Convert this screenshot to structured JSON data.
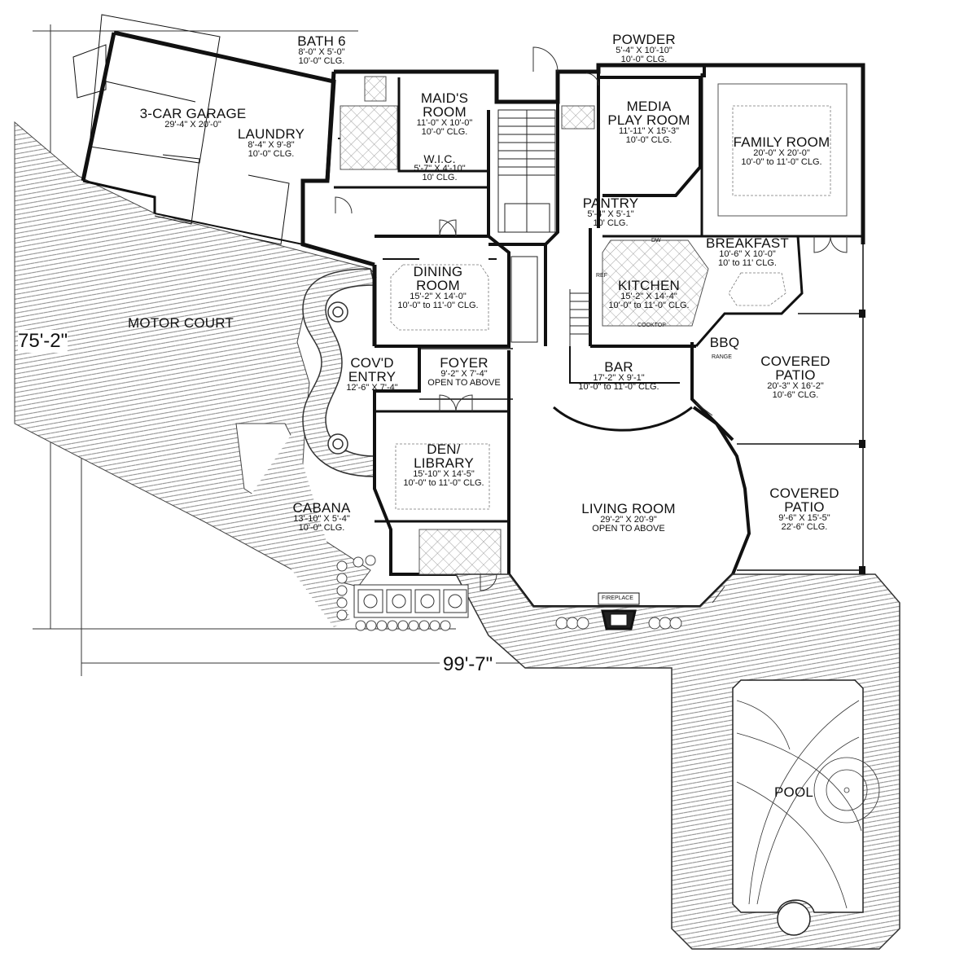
{
  "rooms": {
    "bath6": {
      "name": "BATH 6",
      "dims": "8'-0\" X 5'-0\"",
      "clg": "10'-0\" CLG."
    },
    "powder": {
      "name": "POWDER",
      "dims": "5'-4\" X 10'-10\"",
      "clg": "10'-0\" CLG."
    },
    "garage": {
      "name": "3-CAR GARAGE",
      "dims": "29'-4\" X 20'-0\""
    },
    "laundry": {
      "name": "LAUNDRY",
      "dims": "8'-4\" X 9'-8\"",
      "clg": "10'-0\" CLG."
    },
    "maids": {
      "name1": "MAID'S",
      "name2": "ROOM",
      "dims": "11'-0\" X 10'-0\"",
      "clg": "10'-0\" CLG."
    },
    "wic": {
      "name": "W.I.C.",
      "dims": "5'-7\" X 4'-10\"",
      "clg": "10' CLG."
    },
    "media": {
      "name1": "MEDIA",
      "name2": "PLAY ROOM",
      "dims": "11'-11\" X 15'-3\"",
      "clg": "10'-0\" CLG."
    },
    "family": {
      "name": "FAMILY ROOM",
      "dims": "20'-0\" X 20'-0\"",
      "clg": "10'-0\" to 11'-0\" CLG."
    },
    "pantry": {
      "name": "PANTRY",
      "dims": "5'-4\" X 5'-1\"",
      "clg": "10' CLG."
    },
    "breakfast": {
      "name": "BREAKFAST",
      "dims": "10'-6\" X 10'-0\"",
      "clg": "10' to 11' CLG."
    },
    "dining": {
      "name1": "DINING",
      "name2": "ROOM",
      "dims": "15'-2\" X 14'-0\"",
      "clg": "10'-0\" to 11'-0\" CLG."
    },
    "kitchen": {
      "name": "KITCHEN",
      "dims": "15'-2\" X 14'-4\"",
      "clg": "10'-0\" to 11'-0\" CLG."
    },
    "motor": {
      "name": "MOTOR COURT"
    },
    "bbq": {
      "name": "BBQ"
    },
    "patio1": {
      "name1": "COVERED",
      "name2": "PATIO",
      "dims": "20'-3\" X 16'-2\"",
      "clg": "10'-6\" CLG."
    },
    "entry": {
      "name1": "COV'D",
      "name2": "ENTRY",
      "dims": "12'-6\" X 7'-4\""
    },
    "foyer": {
      "name": "FOYER",
      "dims": "9'-2\" X 7'-4\"",
      "clg": "OPEN TO ABOVE"
    },
    "bar": {
      "name": "BAR",
      "dims": "17'-2\" X 9'-1\"",
      "clg": "10'-0\" to 11'-0\" CLG."
    },
    "den": {
      "name1": "DEN/",
      "name2": "LIBRARY",
      "dims": "15'-10\" X 14'-5\"",
      "clg": "10'-0\" to 11'-0\" CLG."
    },
    "patio2": {
      "name1": "COVERED",
      "name2": "PATIO",
      "dims": "9'-6\" X 15'-5\"",
      "clg": "22'-6\" CLG."
    },
    "cabana": {
      "name": "CABANA",
      "dims": "13'-10\" X 5'-4\"",
      "clg": "10'-0\" CLG."
    },
    "living": {
      "name": "LIVING ROOM",
      "dims": "29'-2\" X 20'-9\"",
      "clg": "OPEN TO ABOVE"
    },
    "pool": {
      "name": "POOL"
    }
  },
  "dimensions": {
    "height": "75'-2\"",
    "width": "99'-7\""
  },
  "fixtures": {
    "fireplace": "FIREPLACE",
    "cooktop": "COOKTOP",
    "dw": "DW",
    "ref": "REF",
    "range": "RANGE"
  },
  "colors": {
    "wall": "#111111",
    "hatch": "#777777",
    "paper": "#ffffff"
  }
}
